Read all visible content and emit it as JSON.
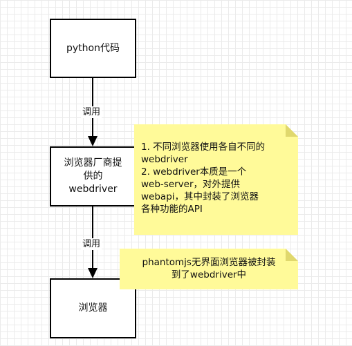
{
  "nodes": {
    "python_code": "python代码",
    "vendor_driver_lines": [
      "浏览器厂商提",
      "供的",
      "webdriver"
    ],
    "browser": "浏览器"
  },
  "edges": {
    "call_1": "调用",
    "call_2": "调用"
  },
  "notes": {
    "webdriver_note_lines": [
      "1. 不同浏览器使用各自不同的",
      "webdriver",
      "2. webdriver本质是一个",
      "web-server，对外提供",
      "webapi，其中封装了浏览器",
      "各种功能的API"
    ],
    "phantomjs_note_lines": [
      "phantomjs无界面浏览器被封装",
      "到了webdriver中"
    ]
  },
  "colors": {
    "note_fill": "#fffa99",
    "note_fold": "#e0d86d",
    "stroke": "#000000",
    "grid": "#ebebeb"
  }
}
